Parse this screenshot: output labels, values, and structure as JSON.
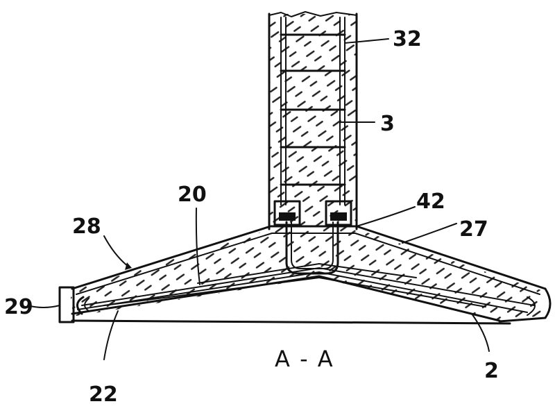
{
  "figure": {
    "section_label": "A - A",
    "reference_numerals": {
      "n32": "32",
      "n3": "3",
      "n42": "42",
      "n27": "27",
      "n20": "20",
      "n28": "28",
      "n29": "29",
      "n22": "22",
      "n2": "2"
    }
  }
}
